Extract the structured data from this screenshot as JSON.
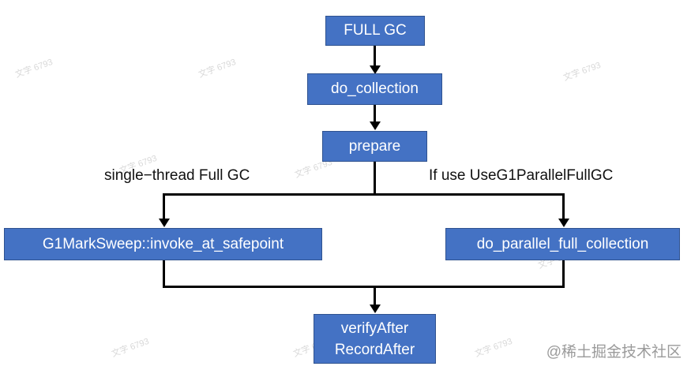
{
  "nodes": {
    "full_gc": "FULL GC",
    "do_collection": "do_collection",
    "prepare": "prepare",
    "mark_sweep": "G1MarkSweep::invoke_at_safepoint",
    "parallel": "do_parallel_full_collection",
    "verify_line1": "verifyAfter",
    "verify_line2": "RecordAfter"
  },
  "branch_labels": {
    "left": "single−thread Full GC",
    "right": "If use UseG1ParallelFullGC"
  },
  "brand_text": "@稀土掘金技术社区",
  "colors": {
    "node_fill": "#4472c4",
    "node_border": "#2f528f",
    "node_text": "#ffffff",
    "connector": "#000000",
    "brand_text": "#9a9a9a"
  }
}
